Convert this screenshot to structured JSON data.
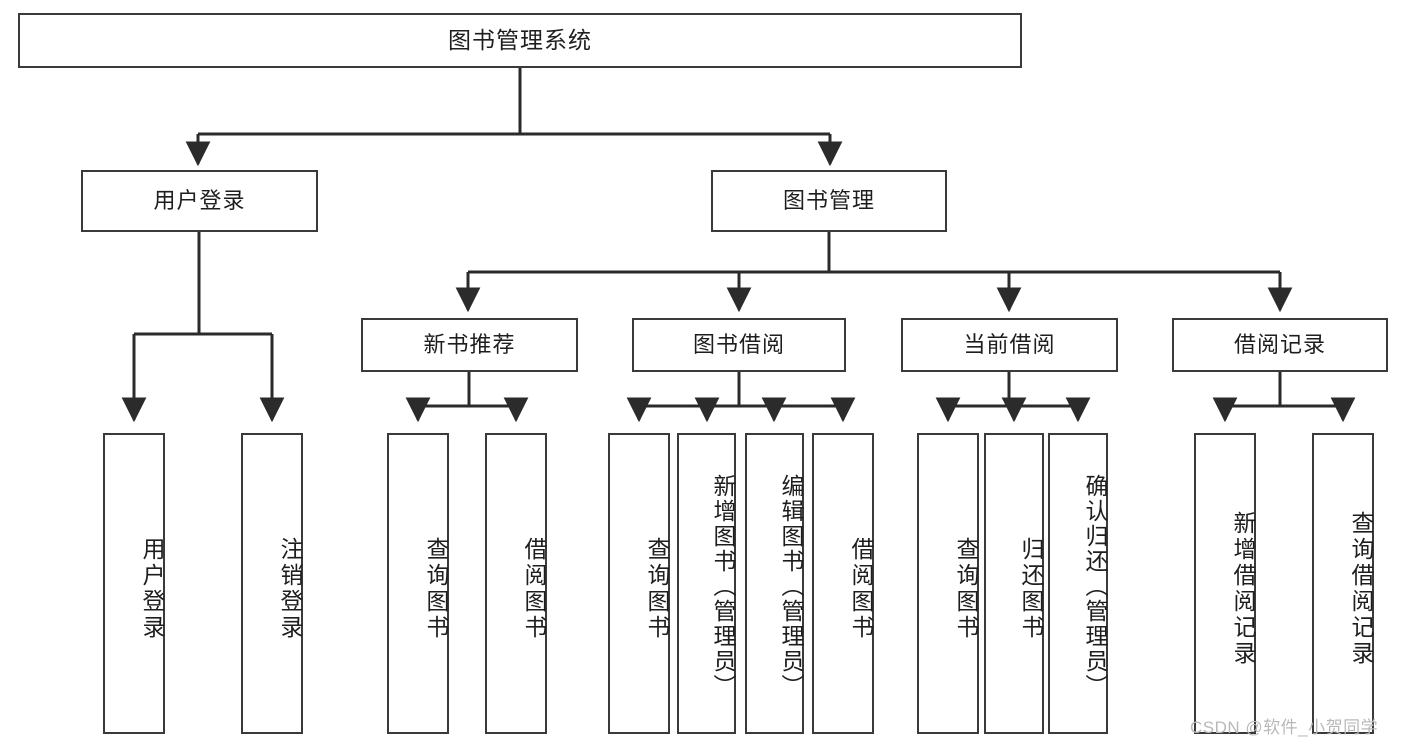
{
  "diagram": {
    "type": "tree-hierarchy-chart",
    "title": "图书管理系统",
    "orientation": "top-down",
    "colors": {
      "box_border": "#3a3a3a",
      "box_fill": "#ffffff",
      "connector": "#2b2b2b",
      "text": "#1e1e1e",
      "watermark": "#b9b9b9",
      "background": "#ffffff"
    },
    "root": {
      "id": "root",
      "label": "图书管理系统"
    },
    "level2": [
      {
        "id": "user-login",
        "label": "用户登录"
      },
      {
        "id": "book-management",
        "label": "图书管理"
      }
    ],
    "level3": [
      {
        "id": "new-book-recommend",
        "label": "新书推荐",
        "parent": "book-management"
      },
      {
        "id": "book-borrow",
        "label": "图书借阅",
        "parent": "book-management"
      },
      {
        "id": "current-borrow",
        "label": "当前借阅",
        "parent": "book-management"
      },
      {
        "id": "borrow-record",
        "label": "借阅记录",
        "parent": "book-management"
      }
    ],
    "leaves": [
      {
        "id": "leaf-user-login",
        "label": "用户登录",
        "parent": "user-login"
      },
      {
        "id": "leaf-logout-login",
        "label": "注销登录",
        "parent": "user-login"
      },
      {
        "id": "leaf-query-book-1",
        "label": "查询图书",
        "parent": "new-book-recommend"
      },
      {
        "id": "leaf-borrow-book-1",
        "label": "借阅图书",
        "parent": "new-book-recommend"
      },
      {
        "id": "leaf-query-book-2",
        "label": "查询图书",
        "parent": "book-borrow"
      },
      {
        "id": "leaf-add-book",
        "label": "新增图书（管理员）",
        "parent": "book-borrow"
      },
      {
        "id": "leaf-edit-book",
        "label": "编辑图书（管理员）",
        "parent": "book-borrow"
      },
      {
        "id": "leaf-borrow-book-2",
        "label": "借阅图书",
        "parent": "book-borrow"
      },
      {
        "id": "leaf-query-book-3",
        "label": "查询图书",
        "parent": "current-borrow"
      },
      {
        "id": "leaf-return-book",
        "label": "归还图书",
        "parent": "current-borrow"
      },
      {
        "id": "leaf-confirm-return",
        "label": "确认归还（管理员）",
        "parent": "current-borrow"
      },
      {
        "id": "leaf-add-record",
        "label": "新增借阅记录",
        "parent": "borrow-record"
      },
      {
        "id": "leaf-query-record",
        "label": "查询借阅记录",
        "parent": "borrow-record"
      }
    ]
  },
  "watermark": {
    "text": "CSDN @软件_小贺同学"
  }
}
